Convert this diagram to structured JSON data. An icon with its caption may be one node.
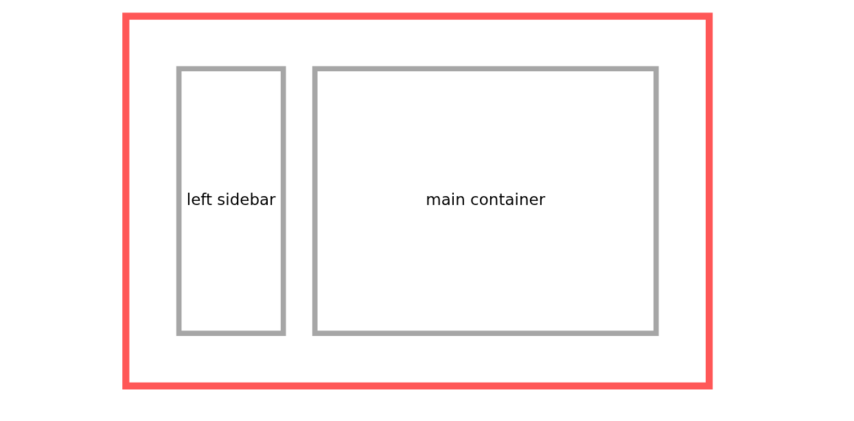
{
  "diagram": {
    "nodes": [
      {
        "text": [],
        "shape": "box"
      },
      {
        "text": [
          "left sidebar"
        ],
        "in": 0
      },
      {
        "text": [
          "main container"
        ],
        "in": 0
      }
    ]
  }
}
